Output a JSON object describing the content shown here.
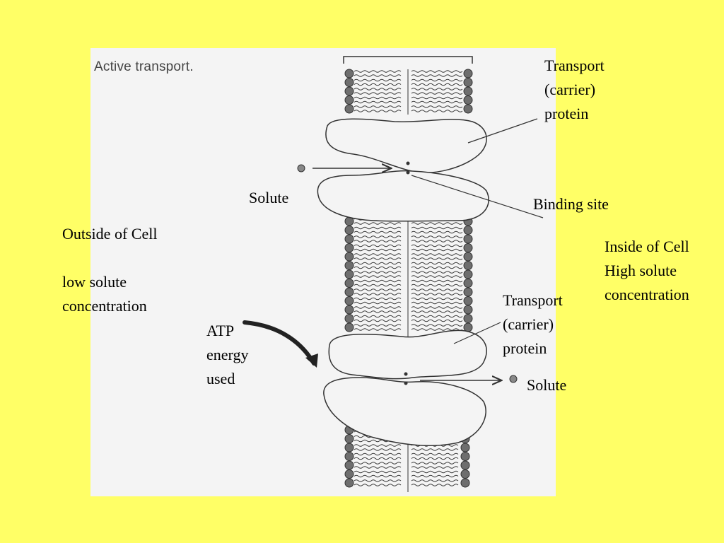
{
  "figure": {
    "title": "Active transport.",
    "colors": {
      "slide_background": "#ffff66",
      "panel": "#f4f4f4",
      "ink": "#333333",
      "head_groups": "#6e6e6e"
    }
  },
  "labels": {
    "transport_protein_top": [
      "Transport",
      "(carrier)",
      "protein"
    ],
    "binding_site": "Binding site",
    "solute_left": "Solute",
    "outside_cell": [
      "Outside  of Cell",
      "",
      "low solute",
      "concentration"
    ],
    "inside_cell": [
      "Inside of Cell",
      "High solute",
      "concentration"
    ],
    "transport_protein_bottom": [
      "Transport",
      "(carrier)",
      "protein"
    ],
    "atp": [
      "ATP",
      "energy",
      "used"
    ],
    "solute_right": "Solute"
  }
}
